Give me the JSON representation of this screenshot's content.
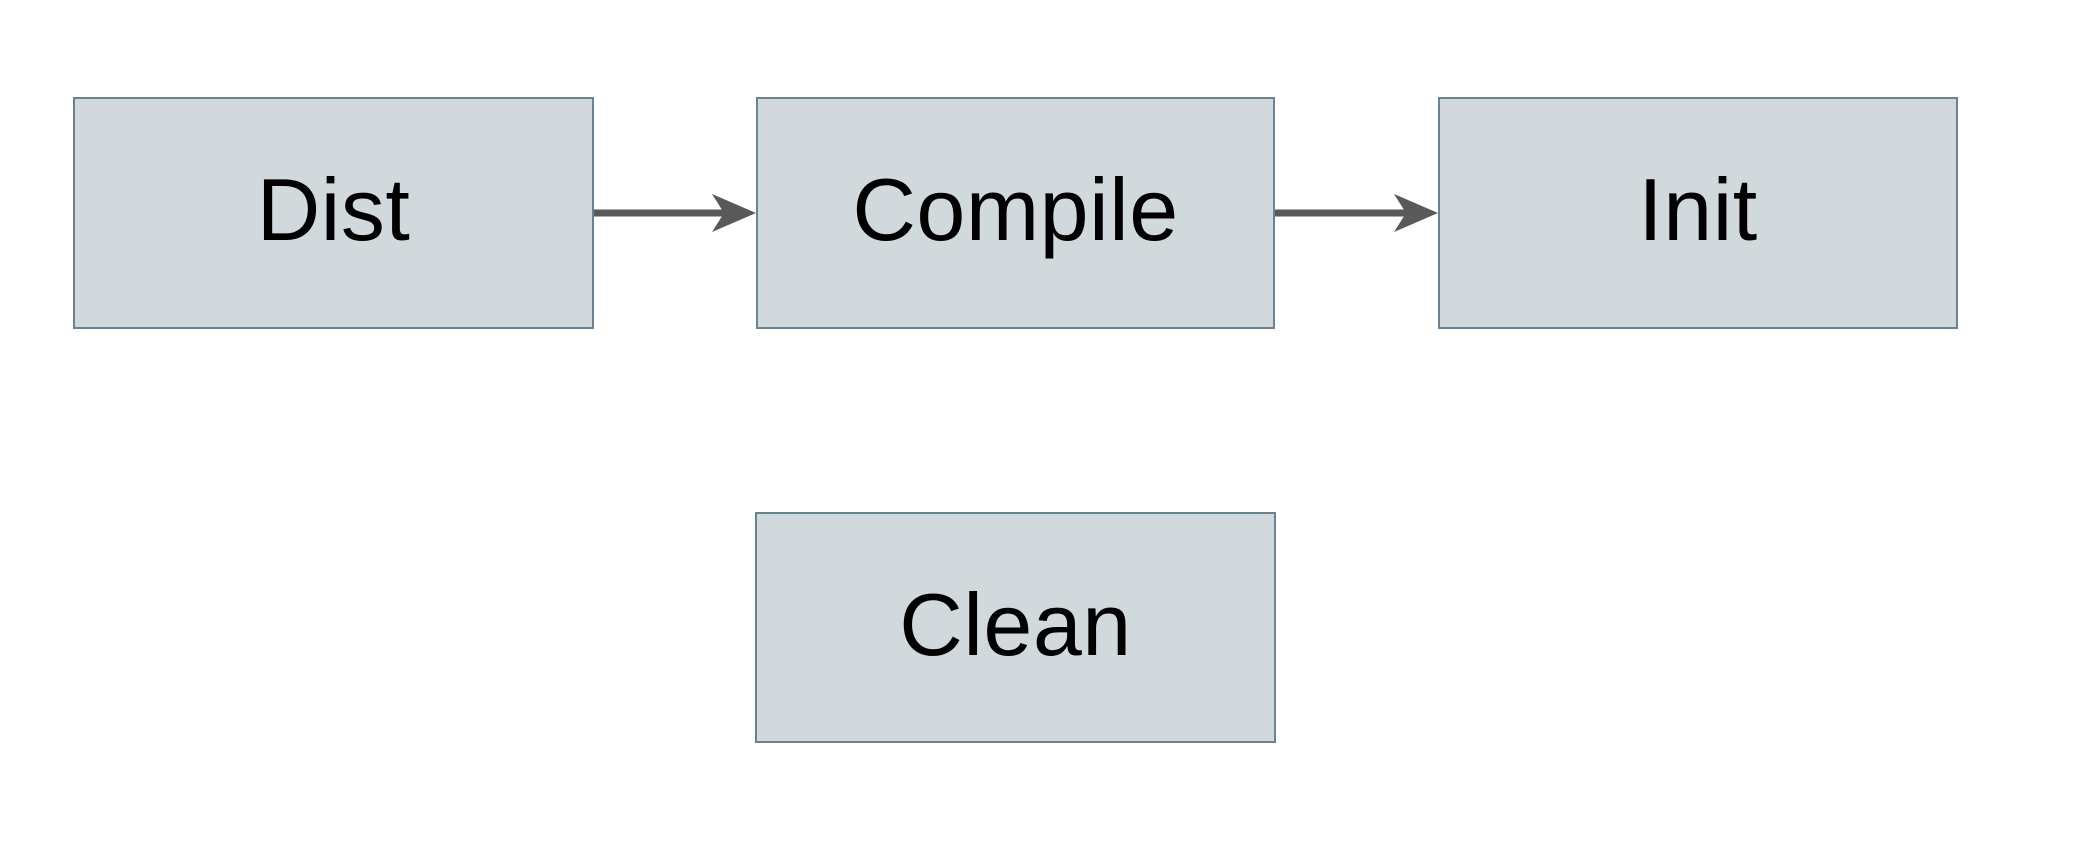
{
  "diagram": {
    "background_color": "#ffffff",
    "nodes": [
      {
        "id": "dist",
        "label": "Dist"
      },
      {
        "id": "compile",
        "label": "Compile"
      },
      {
        "id": "init",
        "label": "Init"
      },
      {
        "id": "clean",
        "label": "Clean"
      }
    ],
    "edges": [
      {
        "from": "dist",
        "to": "compile",
        "direction": "right"
      },
      {
        "from": "compile",
        "to": "init",
        "direction": "right"
      }
    ],
    "colors": {
      "node_fill": "#d2d9dc",
      "node_border": "#6b8290",
      "node_text": "#000000",
      "arrow": "#595959"
    }
  }
}
